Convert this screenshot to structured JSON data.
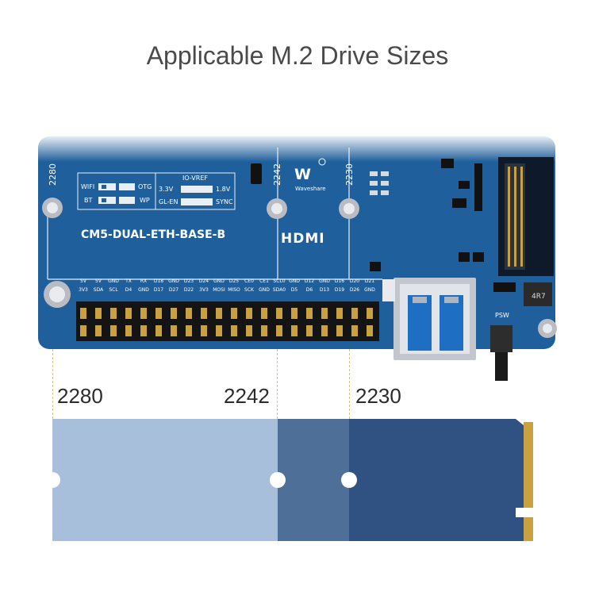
{
  "title": "Applicable M.2 Drive Sizes",
  "board": {
    "model": "CM5-DUAL-ETH-BASE-B",
    "brand": "Waveshare",
    "hdmi": "HDMI",
    "pos_labels": [
      "2280",
      "2242",
      "2230"
    ],
    "switch_panel": {
      "left": [
        [
          "WIFI",
          "OTG"
        ],
        [
          "BT",
          "WP"
        ]
      ],
      "vref_title": "IO-VREF",
      "vref_rows": [
        [
          "3.3V",
          "1.8V"
        ],
        [
          "GL-EN",
          "SYNC"
        ]
      ]
    },
    "pin_top": [
      "5V",
      "5V",
      "GND",
      "TX",
      "RX",
      "D18",
      "GND",
      "D23",
      "D24",
      "GND",
      "D25",
      "CE0",
      "CE1",
      "SCL0",
      "GND",
      "D12",
      "GND",
      "D16",
      "D20",
      "D21"
    ],
    "pin_bottom": [
      "3V3",
      "SDA",
      "SCL",
      "D4",
      "GND",
      "D17",
      "D27",
      "D22",
      "3V3",
      "MOSI",
      "MISO",
      "SCK",
      "GND",
      "SDA0",
      "D5",
      "D6",
      "D13",
      "D19",
      "D26",
      "GND"
    ],
    "inductor": "4R7",
    "button": "PSW"
  },
  "sizes": [
    "2280",
    "2242",
    "2230"
  ],
  "colors": {
    "pcb": "#1f5f9c",
    "pcb_dark": "#174d82",
    "drive_2280": "#a7bfda",
    "drive_2242": "#4e6f98",
    "drive_2230": "#2f5282",
    "gold": "#c9a140"
  }
}
